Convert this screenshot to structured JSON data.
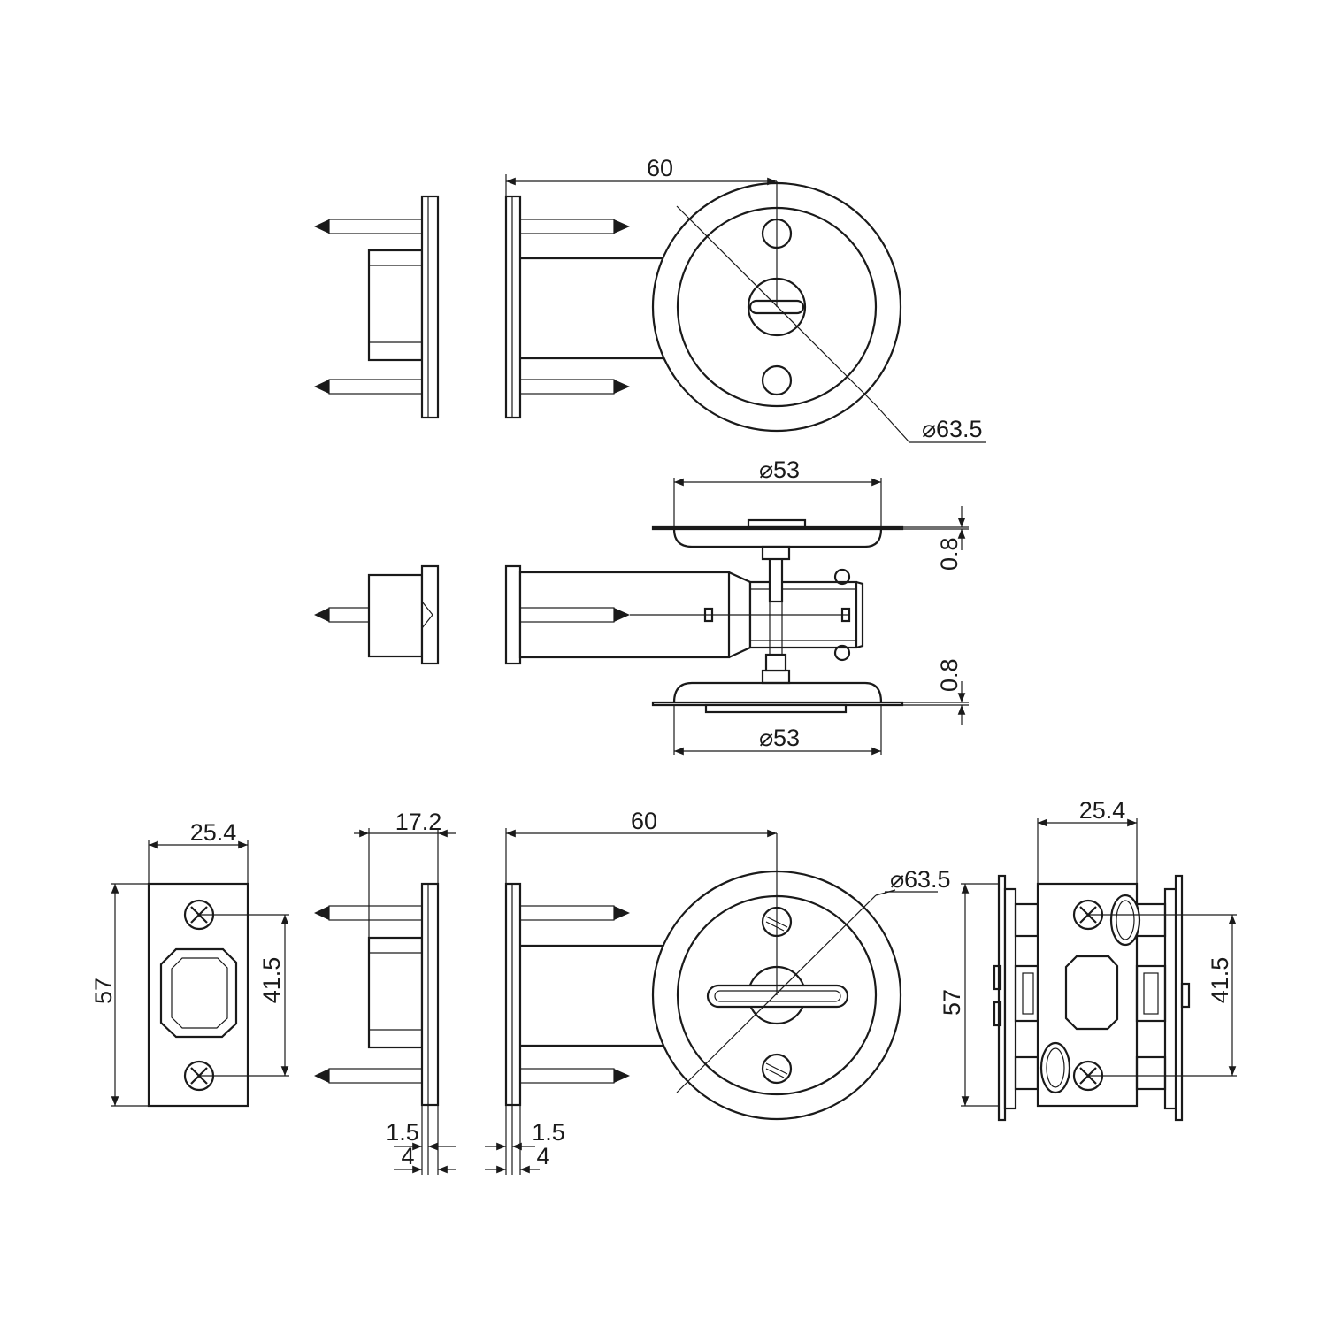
{
  "dimensions": {
    "top_view_width": "60",
    "top_view_diameter": "63.5",
    "side_view_plate_diameter_top": "53",
    "side_view_plate_diameter_bottom": "53",
    "side_view_plate_thickness_top": "0.8",
    "side_view_plate_thickness_bottom": "0.8",
    "strike_plate_width": "25.4",
    "strike_plate_height": "57",
    "strike_plate_hole_spacing": "41.5",
    "latch_depth": "17.2",
    "latch_plate_thickness_a": "1.5",
    "latch_plate_offset_a": "4",
    "latch_plate_thickness_b": "1.5",
    "latch_plate_offset_b": "4",
    "bottom_view_width": "60",
    "bottom_view_diameter": "63.5",
    "right_view_width": "25.4",
    "right_view_height": "57",
    "right_view_hole_spacing": "41.5"
  },
  "colors": {
    "line": "#1a1a1a",
    "background": "#ffffff"
  }
}
